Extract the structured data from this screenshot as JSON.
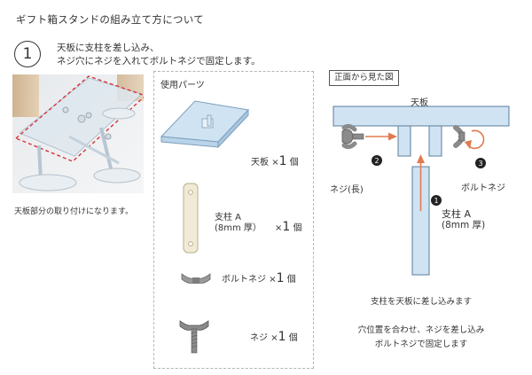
{
  "page_title": "ギフト箱スタンドの組み立て方について",
  "step": {
    "number": "1",
    "line1": "天板に支柱を差し込み、",
    "line2": "ネジ穴にネジを入れてボルトネジで固定します。"
  },
  "photo_caption": "天板部分の取り付けになります。",
  "parts": {
    "heading": "使用パーツ",
    "items": [
      {
        "name": "天板",
        "times": "×",
        "count": "1",
        "unit": "個"
      },
      {
        "name_line1": "支柱 A",
        "name_line2": "(8mm 厚）",
        "times": "×",
        "count": "1",
        "unit": "個"
      },
      {
        "name": "ボルトネジ",
        "times": "×",
        "count": "1",
        "unit": "個"
      },
      {
        "name": "ネジ",
        "times": "×",
        "count": "1",
        "unit": "個"
      }
    ]
  },
  "front_view": {
    "heading": "正面から見た図",
    "top_label": "天板",
    "screw_label": "ネジ(長)",
    "bolt_label": "ボルトネジ",
    "post_label_line1": "支柱 A",
    "post_label_line2": "(8mm 厚)",
    "markers": [
      "1",
      "2",
      "3"
    ],
    "note1": "支柱を天板に差し込みます",
    "note2_line1": "穴位置を合わせ、ネジを差し込み",
    "note2_line2": "ボルトネジで固定します"
  },
  "colors": {
    "acrylic": "#cfe3f3",
    "acrylic_edge": "#7d9fbd",
    "arrow": "#e07a4f",
    "dashed_red": "#d8343d",
    "metal": "#8b8b8b"
  }
}
